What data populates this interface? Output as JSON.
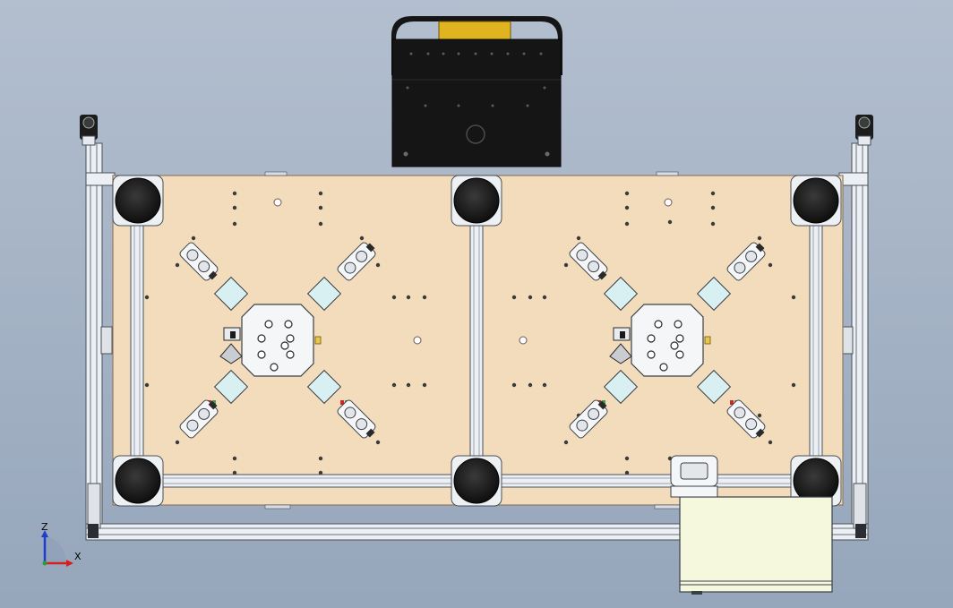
{
  "viewport": {
    "background_top": "#b3bfcf",
    "background_bottom": "#96a6bb"
  },
  "colors": {
    "plate": "#f3dcbc",
    "plate_edge": "#8d7a64",
    "frame": "#eceff3",
    "frame_edge": "#4a4f58",
    "wheel": "#1a1a1a",
    "controller_body": "#151515",
    "controller_handle": "#e0b321",
    "electrical_box": "#f6f8de",
    "part_white": "#f4f6f8",
    "part_cyan": "#d9f0f2",
    "accent_red": "#d22626",
    "accent_green": "#2fa84a"
  },
  "triad": {
    "z_label": "Z",
    "x_label": "X",
    "z_color": "#1e3ccf",
    "x_color": "#d81f1f",
    "origin_color": "#2a9d3a"
  },
  "assembly": {
    "fixtures": [
      "left-fixture",
      "right-fixture"
    ],
    "casters": 6,
    "arms_per_fixture": 4
  }
}
